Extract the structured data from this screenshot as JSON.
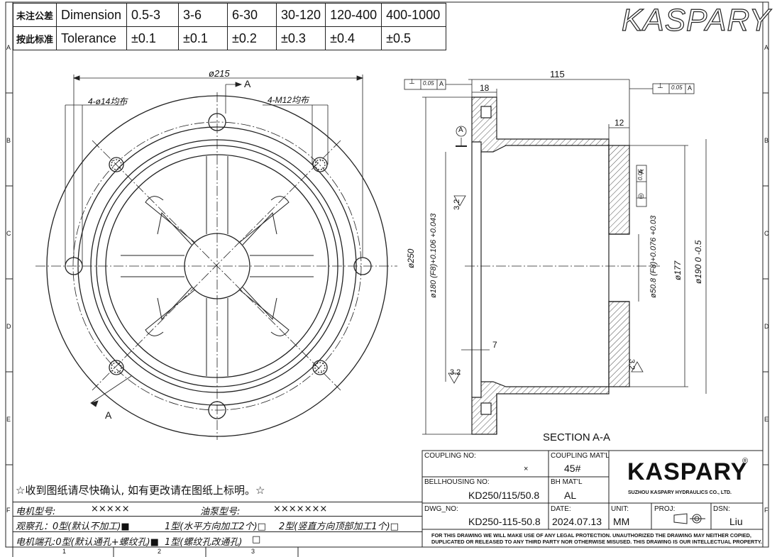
{
  "logo_top": "KASPARY",
  "tolerance_table": {
    "row1_label": "未注公差",
    "row1_head": "Dimension",
    "row2_label": "按此标准",
    "row2_head": "Tolerance",
    "ranges": [
      "0.5-3",
      "3-6",
      "6-30",
      "30-120",
      "120-400",
      "400-1000"
    ],
    "tolerances": [
      "±0.1",
      "±0.1",
      "±0.2",
      "±0.3",
      "±0.4",
      "±0.5"
    ]
  },
  "border": {
    "rows": [
      "A",
      "B",
      "C",
      "D",
      "E",
      "F"
    ],
    "cols": [
      "1",
      "2",
      "3"
    ]
  },
  "front_view": {
    "dim_pcd": "ø215",
    "holes_label": "4-ø14均布",
    "threads_label": "4-M12均布",
    "section_mark": "A"
  },
  "section_view": {
    "title": "SECTION A-A",
    "dim_115": "115",
    "dim_18": "18",
    "dim_12": "12",
    "dim_7": "7",
    "dim_250": "ø250",
    "dim_180": "ø180 (F8)+0.106 +0.043",
    "dim_50_8": "ø50.8 (F8)+0.076 +0.03",
    "dim_177": "ø177",
    "dim_190": "ø190 0 -0.5",
    "rough_32": "3.2",
    "datum": "A",
    "perp_tol": "0.05",
    "conc_tol": "0.05"
  },
  "notes": {
    "confirm": "☆收到图纸请尽快确认, 如有更改请在图纸上标明。☆",
    "motor_model_label": "电机型号:",
    "motor_model_value": "×××××",
    "pump_model_label": "油泵型号:",
    "pump_model_value": "×××××××",
    "window_label": "观察孔：0型(默认不加工)■",
    "window_opt1": "1型(水平方向加工2个)□",
    "window_opt2": "2型(竖直方向顶部加工1个)□",
    "motor_hole_label": "电机端孔:0型(默认通孔+螺纹孔)■",
    "motor_hole_opt1": "1型(螺纹孔改通孔)",
    "motor_hole_box": "□"
  },
  "title_block": {
    "coupling_no_label": "COUPLING NO:",
    "coupling_no_value": "×",
    "coupling_mat_label": "COUPLING MAT'L",
    "coupling_mat_value": "45#",
    "bellhousing_no_label": "BELLHOUSING NO:",
    "bellhousing_no_value": "KD250/115/50.8",
    "bh_mat_label": "BH MAT'L",
    "bh_mat_value": "AL",
    "dwg_no_label": "DWG_NO:",
    "dwg_no_value": "KD250-115-50.8",
    "date_label": "DATE:",
    "date_value": "2024.07.13",
    "unit_label": "UNIT:",
    "unit_value": "MM",
    "proj_label": "PROJ:",
    "dsn_label": "DSN:",
    "dsn_value": "Liu",
    "company_logo": "KASPARY",
    "company_name": "SUZHOU KASPARY HYDRAULICS CO., LTD.",
    "disclaimer_1": "FOR THIS DRAWING WE WILL MAKE USE OF ANY LEGAL PROTECTION. UNAUTHORIZED THE DRAWING MAY NEITHER COPIED,",
    "disclaimer_2": "DUPLICATED OR RELEASED TO ANY THIRD PARTY NOR OTHERWISE MISUSED. THIS DRAWING IS OUR INTELLECTUAL PROPERTY."
  }
}
